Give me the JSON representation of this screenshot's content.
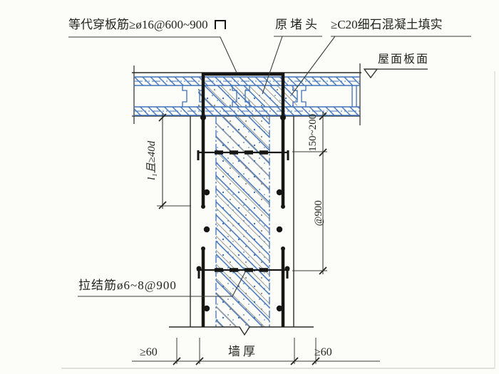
{
  "drawing": {
    "type": "construction-detail-section",
    "subject": "roof slab to masonry wall connection with vertical through-bar and tie bars"
  },
  "annotations": {
    "through_bar_label": "等代穿板筋≥ø16@600~900",
    "through_bar_symbol": "u-shape-rebar",
    "plug_label": "原堵头",
    "concrete_fill_label": "≥C20细石混凝土填实",
    "roof_surface_label": "屋面板面",
    "tie_bar_label": "拉结筋ø6~8@900",
    "lap_length_label": "l₁且≥40d"
  },
  "dimensions": {
    "slab_to_first_tie": "150~200",
    "tie_spacing": "@900",
    "left_edge": "≥60",
    "wall_thickness_label": "墙厚",
    "right_edge": "≥60"
  },
  "colors": {
    "hatch_blue": "#3f72b8",
    "rebar_black": "#161614",
    "line_dark": "#2b2b28",
    "concrete_gray": "#9a9a93",
    "paper": "#fcfcf9"
  }
}
